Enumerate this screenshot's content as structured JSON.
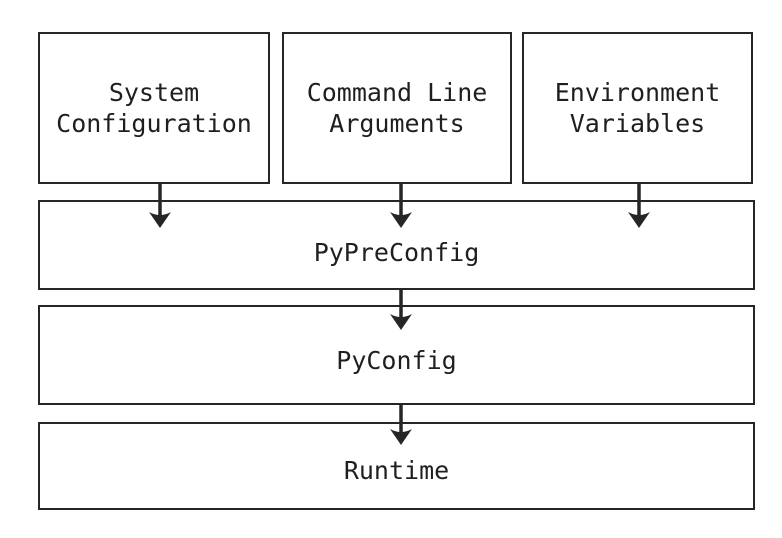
{
  "diagram": {
    "nodes": {
      "system_configuration": "System\nConfiguration",
      "command_line_arguments": "Command Line\nArguments",
      "environment_variables": "Environment\nVariables",
      "pypreconfig": "PyPreConfig",
      "pyconfig": "PyConfig",
      "runtime": "Runtime"
    },
    "edges": [
      {
        "from": "system_configuration",
        "to": "pypreconfig"
      },
      {
        "from": "command_line_arguments",
        "to": "pypreconfig"
      },
      {
        "from": "environment_variables",
        "to": "pypreconfig"
      },
      {
        "from": "pypreconfig",
        "to": "pyconfig"
      },
      {
        "from": "pyconfig",
        "to": "runtime"
      }
    ],
    "colors": {
      "border": "#262626",
      "text": "#1f1f1f",
      "background": "#ffffff",
      "arrow": "#262626"
    }
  }
}
